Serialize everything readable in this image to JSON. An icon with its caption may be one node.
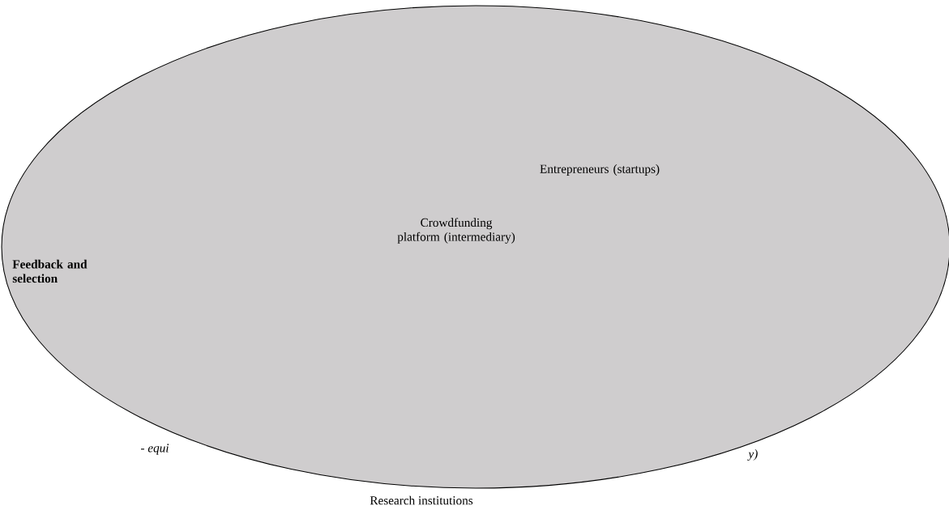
{
  "diagram": {
    "nodes": [
      {
        "text": [
          "Entrepreneurs (startups)",
          "Crowdfunding platform (intermediary)",
          "Feedback and selection"
        ]
      }
    ],
    "labels": [
      "- equi",
      "y)",
      "Research institutions"
    ]
  }
}
